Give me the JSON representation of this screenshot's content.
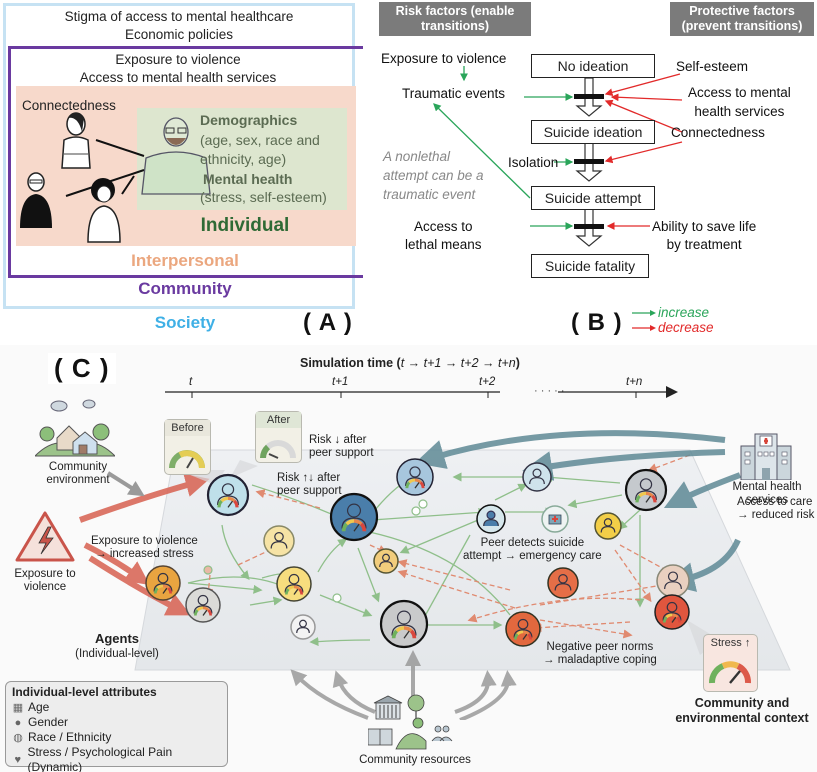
{
  "panel_a": {
    "tag": "( A )",
    "society": {
      "label": "Society",
      "factors": [
        "Stigma of access to mental healthcare",
        "Economic policies"
      ]
    },
    "community": {
      "label": "Community",
      "factors": [
        "Exposure to violence",
        "Access to mental health services"
      ]
    },
    "interpersonal": {
      "label": "Interpersonal",
      "factor": "Connectedness"
    },
    "individual": {
      "label": "Individual",
      "demographics_title": "Demographics",
      "demographics_detail": [
        "(age, sex, race and",
        "ethnicity, age)"
      ],
      "mental_health_title": "Mental health",
      "mental_health_detail": "(stress, self-esteem)"
    }
  },
  "panel_b": {
    "tag": "( B )",
    "risk_header": [
      "Risk factors (enable",
      "transitions)"
    ],
    "protective_header": [
      "Protective factors",
      "(prevent transitions)"
    ],
    "states": [
      "No ideation",
      "Suicide ideation",
      "Suicide attempt",
      "Suicide fatality"
    ],
    "risk_factors": {
      "exposure": "Exposure to violence",
      "traumatic": "Traumatic events",
      "isolation": "Isolation",
      "lethal": [
        "Access to",
        "lethal means"
      ]
    },
    "protective_factors": {
      "self_esteem": "Self-esteem",
      "access": [
        "Access to mental",
        "health services"
      ],
      "connectedness": "Connectedness",
      "treatment": [
        "Ability to save life",
        "by treatment"
      ]
    },
    "note": [
      "A nonlethal",
      "attempt can be a",
      "traumatic event"
    ],
    "legend": {
      "increase": "increase",
      "decrease": "decrease",
      "increase_color": "#2aa55a",
      "decrease_color": "#e22a2a"
    }
  },
  "panel_c": {
    "tag": "( C )",
    "timeline": {
      "title_prefix": "Simulation time (",
      "title_seq": "t → t+1 → t+2 → t+n",
      "title_suffix": ")",
      "ticks": [
        "t",
        "t+1",
        "t+2",
        "t+n"
      ],
      "ellipsis": "· · · · ·"
    },
    "gauges": {
      "before": "Before",
      "after": "After",
      "stress": "Stress ↑"
    },
    "annotations": {
      "risk_down": [
        "Risk ↓ after",
        "peer support"
      ],
      "risk_updown": [
        "Risk ↑↓ after",
        "peer support"
      ],
      "violence_stress": [
        "Exposure to violence",
        "→ increased stress"
      ],
      "peer_detects": [
        "Peer detects suicide",
        "attempt → emergency care"
      ],
      "access_care": [
        "Access to care",
        "→ reduced risk"
      ],
      "negative_norms": [
        "Negative peer norms",
        "→ maladaptive coping"
      ]
    },
    "sources": {
      "community_env": [
        "Community",
        "environment"
      ],
      "violence": [
        "Exposure to",
        "violence"
      ],
      "mental_health": [
        "Mental health",
        "services"
      ],
      "resources": "Community resources",
      "context": [
        "Community and",
        "environmental context"
      ]
    },
    "agents_label": "Agents",
    "agents_sub": "(Individual-level)",
    "attributes": {
      "title": "Individual-level attributes",
      "items": [
        {
          "icon": "calendar-icon",
          "label": "Age"
        },
        {
          "icon": "person-icon",
          "label": "Gender"
        },
        {
          "icon": "globe-icon",
          "label": "Race / Ethnicity"
        },
        {
          "icon": "heart-pulse-icon",
          "label": "Stress / Psychological Pain (Dynamic)"
        }
      ]
    },
    "colors": {
      "risk_arrow": "#d9695a",
      "peer_positive": "#8fbf8a",
      "peer_negative": "#e08a70",
      "service_arrow": "#5f8a96",
      "resource_arrow": "#9a9a9a"
    }
  }
}
